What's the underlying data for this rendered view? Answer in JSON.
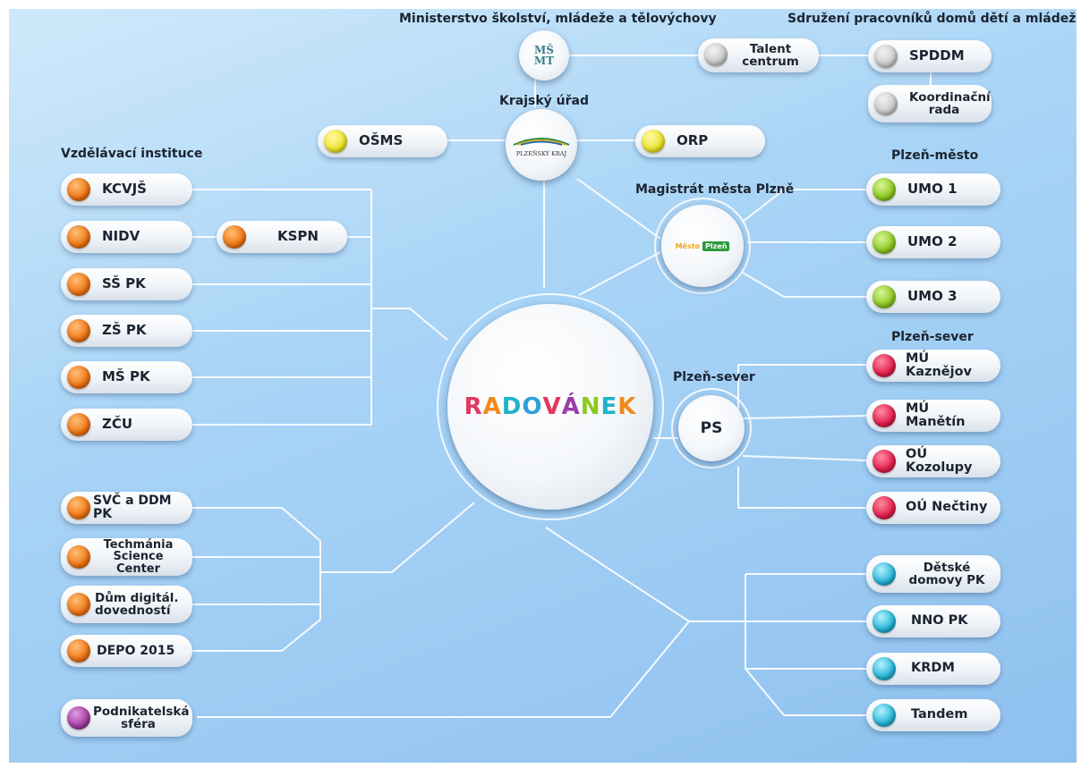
{
  "headings": {
    "msmt": "Ministerstvo školství, mládeže a tělovýchovy",
    "spddm": "Sdružení pracovníků domů dětí a mládeže",
    "kraj": "Krajský úřad",
    "vzdelavaci": "Vzdělávací instituce",
    "plzen_mesto": "Plzeň-město",
    "magistrat": "Magistrát města Plzně",
    "plzen_sever_group": "Plzeň-sever",
    "plzen_sever_circle": "Plzeň-sever"
  },
  "logos": {
    "msmt_top": "MŠ",
    "msmt_bottom": "MT",
    "kraj": "PLZEŇSKÝ KRAJ",
    "mesto_a": "Město",
    "mesto_b": "Plzeň",
    "center": "RADOVÁNEK",
    "ps": "PS"
  },
  "nodes": {
    "talent": "Talent centrum",
    "spddm": "SPDDM",
    "koordinacni": "Koordinační rada",
    "osms": "OŠMS",
    "orp": "ORP",
    "kcvjs": "KCVJŠ",
    "nidv": "NIDV",
    "kspn": "KSPN",
    "ss_pk": "SŠ PK",
    "zs_pk": "ZŠ PK",
    "ms_pk": "MŠ PK",
    "zcu": "ZČU",
    "umo1": "UMO 1",
    "umo2": "UMO 2",
    "umo3": "UMO 3",
    "mu_kaznejov": "MÚ Kaznějov",
    "mu_manetin": "MÚ Manětín",
    "ou_kozolupy": "OÚ Kozolupy",
    "ou_nectiny": "OÚ Nečtiny",
    "svc": "SVČ a DDM PK",
    "techmania_1": "Techmánia",
    "techmania_2": "Science Center",
    "dum_1": "Dům digitál.",
    "dum_2": "dovedností",
    "depo": "DEPO 2015",
    "podnikatelska_1": "Podnikatelská",
    "podnikatelska_2": "sféra",
    "detske_1": "Dětské",
    "detske_2": "domovy PK",
    "nno": "NNO PK",
    "krdm": "KRDM",
    "tandem": "Tandem"
  },
  "colors": {
    "orange": "#f07410",
    "yellow": "#eee42a",
    "green": "#8cc81e",
    "red": "#e21d4a",
    "cyan": "#23b5d8",
    "gray": "#cacaca",
    "purple": "#a13ca1",
    "logo_letters": [
      "#e2375f",
      "#f08a1c",
      "#1fb3c9",
      "#2f9fd8",
      "#e2375f",
      "#9a3ea6",
      "#8cc81e",
      "#1fb3c9",
      "#f08a1c"
    ]
  }
}
